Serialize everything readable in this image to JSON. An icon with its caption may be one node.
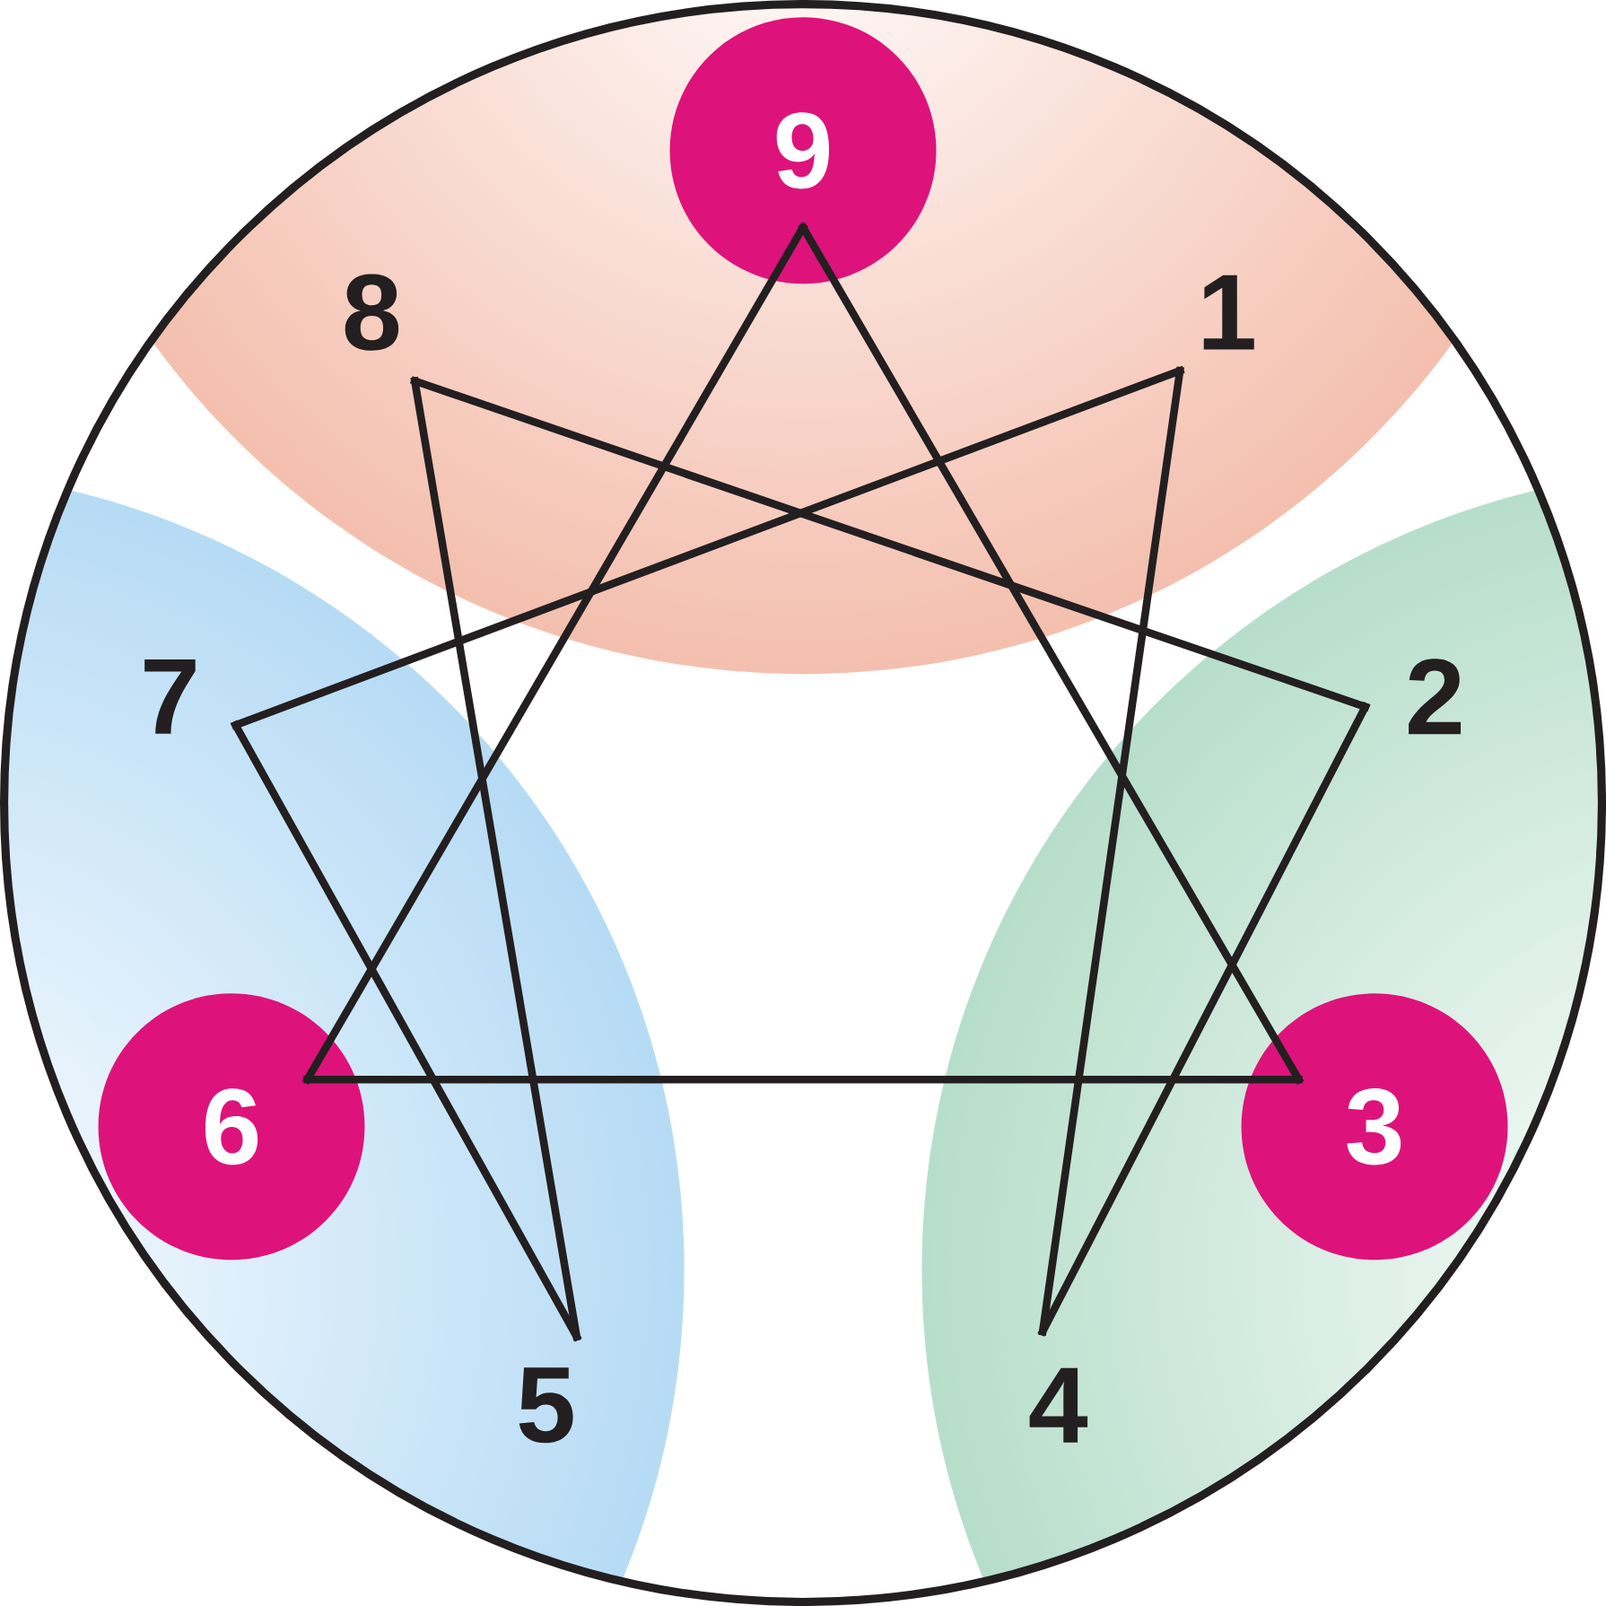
{
  "diagram": {
    "nodes": [
      {
        "text": [
          "9"
        ]
      },
      {
        "text": [
          "8"
        ]
      },
      {
        "text": [
          "1"
        ]
      },
      {
        "text": [
          "7"
        ]
      },
      {
        "text": [
          "2"
        ]
      },
      {
        "text": [
          "6"
        ]
      },
      {
        "text": [
          "3"
        ]
      },
      {
        "text": [
          "5"
        ]
      },
      {
        "text": [
          "4"
        ]
      }
    ],
    "edges": [
      {
        "from": 0,
        "to": 6,
        "arrow": "none"
      },
      {
        "from": 6,
        "to": 5,
        "arrow": "none"
      },
      {
        "from": 5,
        "to": 0,
        "arrow": "none"
      },
      {
        "from": 2,
        "to": 8,
        "arrow": "none"
      },
      {
        "from": 8,
        "to": 4,
        "arrow": "none"
      },
      {
        "from": 4,
        "to": 1,
        "arrow": "none"
      },
      {
        "from": 1,
        "to": 7,
        "arrow": "none"
      },
      {
        "from": 7,
        "to": 3,
        "arrow": "none"
      },
      {
        "from": 3,
        "to": 2,
        "arrow": "none"
      }
    ]
  }
}
